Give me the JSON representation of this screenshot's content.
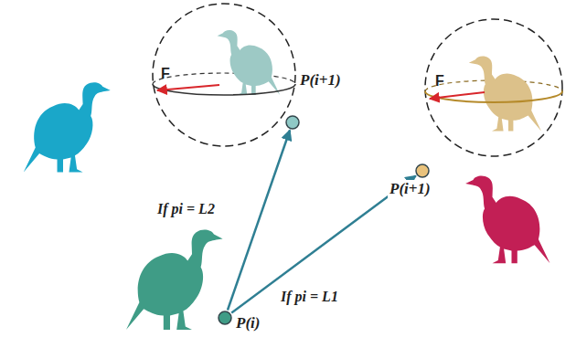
{
  "diagram": {
    "nodes": [
      {
        "text": [
          "P(i+1)"
        ]
      },
      {
        "text": [
          "P(i+1)"
        ]
      },
      {
        "text": [
          "P(i)"
        ]
      }
    ],
    "edges": [
      {
        "from": 2,
        "to": 0,
        "arrow": "to",
        "label": "If pi = L2"
      },
      {
        "from": 2,
        "to": 1,
        "arrow": "to",
        "label": "If pi = L1"
      }
    ],
    "labels": [
      "F",
      "F"
    ]
  }
}
